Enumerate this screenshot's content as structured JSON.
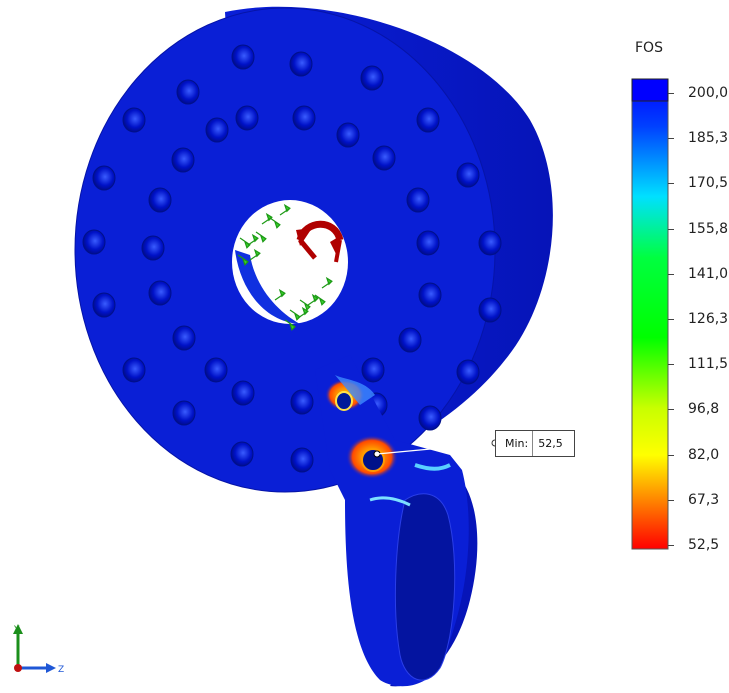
{
  "legend": {
    "title": "FOS",
    "ticks": [
      "200,0",
      "185,3",
      "170,5",
      "155,8",
      "141,0",
      "126,3",
      "111,5",
      "96,8",
      "82,0",
      "67,3",
      "52,5"
    ]
  },
  "probe": {
    "key": "Min:",
    "value": "52,5"
  },
  "triad": {
    "y_label": "Y",
    "z_label": "Z"
  },
  "colors": {
    "model_blue": "#0a1fd6",
    "scale_top": "#0000ff",
    "scale_mid": "#00ff00",
    "scale_yellow": "#ffff00",
    "scale_bottom": "#ff0000",
    "torque_arrow": "#c00000",
    "fixture_arrows": "#3ad12c"
  }
}
